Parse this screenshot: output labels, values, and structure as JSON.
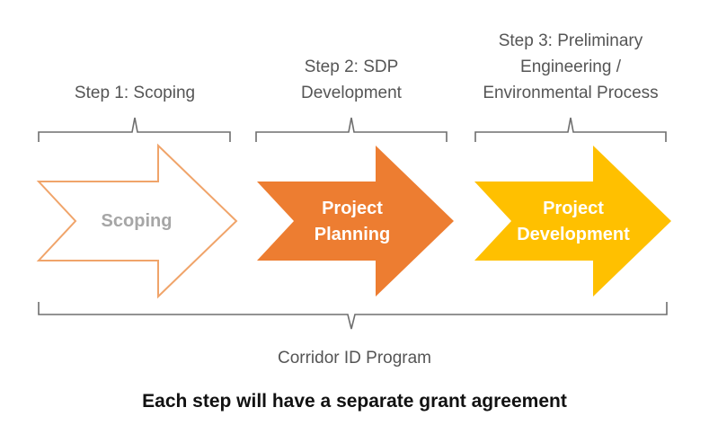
{
  "steps": [
    {
      "label_lines": [
        "Step 1: Scoping"
      ],
      "arrow_lines": [
        "Scoping"
      ],
      "style": "outline"
    },
    {
      "label_lines": [
        "Step 2: SDP",
        "Development"
      ],
      "arrow_lines": [
        "Project",
        "Planning"
      ],
      "style": "filled"
    },
    {
      "label_lines": [
        "Step 3: Preliminary",
        "Engineering /",
        "Environmental Process"
      ],
      "arrow_lines": [
        "Project",
        "Development"
      ],
      "style": "filled"
    }
  ],
  "program_label": "Corridor ID Program",
  "caption": "Each step will have a separate grant agreement",
  "colors": {
    "outline_stroke": "#F0A46A",
    "outline_text": "#A6A6A6",
    "step2_fill": "#ED7D31",
    "step3_fill": "#FFC000",
    "filled_text": "#FFFFFF",
    "bracket": "#6E6E6E",
    "label_text": "#555555"
  }
}
